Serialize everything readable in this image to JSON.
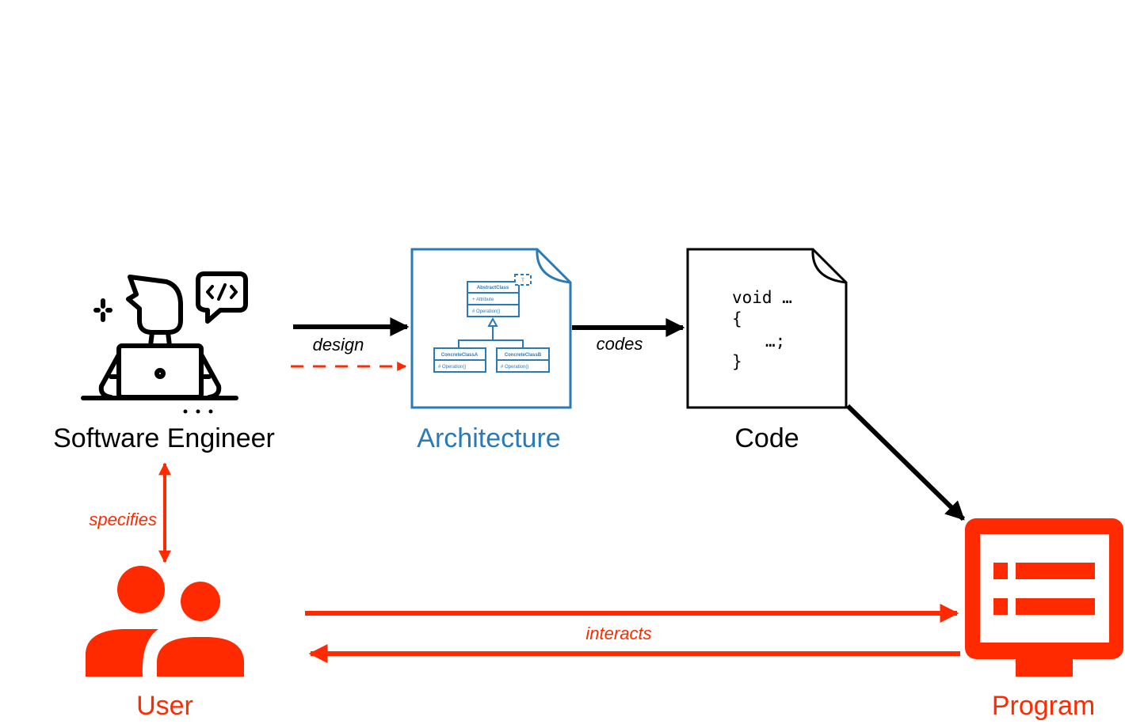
{
  "colors": {
    "red": "#ff2a00",
    "blue": "#2a7ab9",
    "black": "#000000"
  },
  "nodes": {
    "engineer": {
      "label": "Software Engineer",
      "icon": "software-engineer-icon",
      "bubble": "</>"
    },
    "architecture": {
      "label": "Architecture",
      "icon": "uml-document-icon",
      "uml": {
        "abstract": "AbstractClass",
        "template": "T",
        "attribute": "+ Attribute",
        "operation": "# Operation()",
        "concrete_a": "ConcreteClassA",
        "concrete_b": "ConcreteClassB",
        "op_a": "# Operation()",
        "op_b": "# Operation()"
      }
    },
    "code": {
      "label": "Code",
      "icon": "code-document-icon",
      "lines": [
        "void …",
        "{",
        "…;",
        "}"
      ]
    },
    "user": {
      "label": "User",
      "icon": "users-icon"
    },
    "program": {
      "label": "Program",
      "icon": "monitor-list-icon"
    }
  },
  "edges": {
    "design": "design",
    "codes": "codes",
    "specifies": "specifies",
    "interacts": "interacts"
  }
}
